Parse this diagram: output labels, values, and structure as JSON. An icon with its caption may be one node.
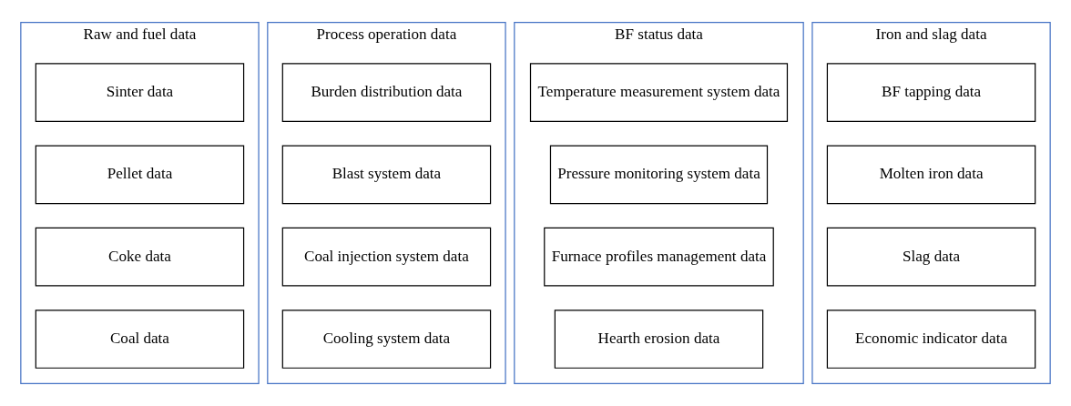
{
  "diagram": {
    "nodes": [
      {
        "text": [
          "Raw and fuel data"
        ]
      },
      {
        "text": [
          "Sinter data"
        ],
        "in": 0
      },
      {
        "text": [
          "Pellet data"
        ],
        "in": 0
      },
      {
        "text": [
          "Coke data"
        ],
        "in": 0
      },
      {
        "text": [
          "Coal data"
        ],
        "in": 0
      },
      {
        "text": [
          "Process operation data"
        ]
      },
      {
        "text": [
          "Burden distribution data"
        ],
        "in": 5
      },
      {
        "text": [
          "Blast system data"
        ],
        "in": 5
      },
      {
        "text": [
          "Coal injection system data"
        ],
        "in": 5
      },
      {
        "text": [
          "Cooling system data"
        ],
        "in": 5
      },
      {
        "text": [
          "BF status data"
        ]
      },
      {
        "text": [
          "Temperature measurement system data"
        ],
        "in": 10
      },
      {
        "text": [
          "Pressure monitoring system data"
        ],
        "in": 10
      },
      {
        "text": [
          "Furnace profiles management data"
        ],
        "in": 10
      },
      {
        "text": [
          "Hearth erosion data"
        ],
        "in": 10
      },
      {
        "text": [
          "Iron and slag data"
        ]
      },
      {
        "text": [
          "BF tapping data"
        ],
        "in": 15
      },
      {
        "text": [
          "Molten iron data"
        ],
        "in": 15
      },
      {
        "text": [
          "Slag data"
        ],
        "in": 15
      },
      {
        "text": [
          "Economic indicator data"
        ],
        "in": 15
      }
    ],
    "edges": []
  }
}
